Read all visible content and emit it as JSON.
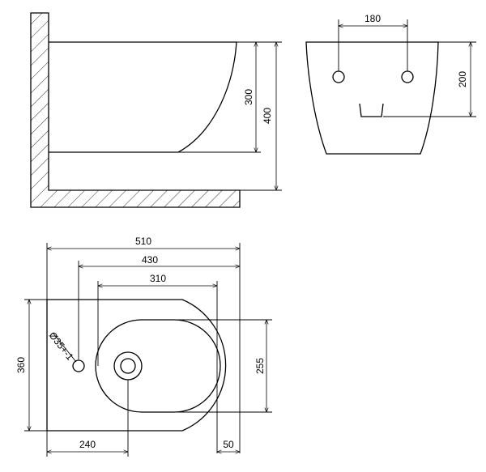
{
  "side_view": {
    "dim_300": "300",
    "dim_400": "400"
  },
  "front_view": {
    "dim_180": "180",
    "dim_200": "200"
  },
  "top_view": {
    "dim_510": "510",
    "dim_430": "430",
    "dim_310": "310",
    "dim_360": "360",
    "dim_255": "255",
    "dim_240": "240",
    "dim_50": "50",
    "hole_label": "Ø35+-1"
  }
}
